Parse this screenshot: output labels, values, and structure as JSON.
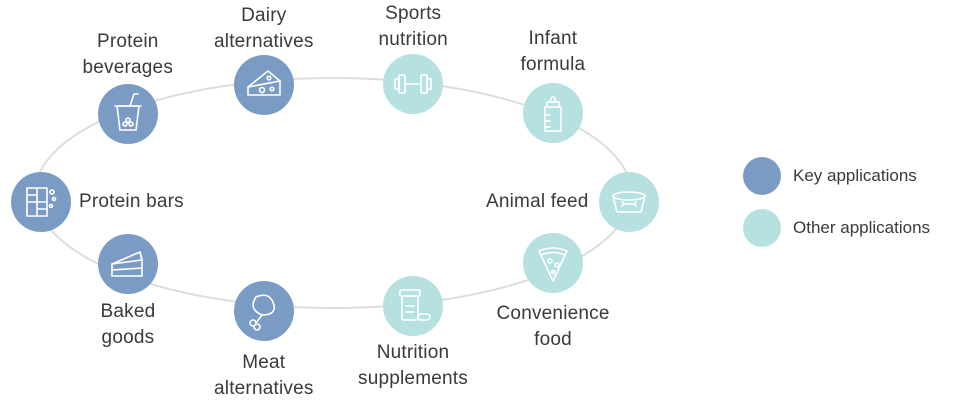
{
  "colors": {
    "key": "#7a9cc4",
    "other": "#b7e0e1",
    "ring": "#dddddd",
    "icon_stroke": "#ffffff"
  },
  "applications": [
    {
      "id": "protein-bars",
      "lines": [
        "Protein bars"
      ],
      "type": "key",
      "icon": "bar-icon"
    },
    {
      "id": "protein-beverages",
      "lines": [
        "Protein",
        "beverages"
      ],
      "type": "key",
      "icon": "bubble-tea-icon"
    },
    {
      "id": "dairy-alternatives",
      "lines": [
        "Dairy",
        "alternatives"
      ],
      "type": "key",
      "icon": "cheese-icon"
    },
    {
      "id": "sports-nutrition",
      "lines": [
        "Sports",
        "nutrition"
      ],
      "type": "other",
      "icon": "dumbbell-icon"
    },
    {
      "id": "infant-formula",
      "lines": [
        "Infant",
        "formula"
      ],
      "type": "other",
      "icon": "baby-bottle-icon"
    },
    {
      "id": "animal-feed",
      "lines": [
        "Animal feed"
      ],
      "type": "other",
      "icon": "pet-bowl-icon"
    },
    {
      "id": "convenience-food",
      "lines": [
        "Convenience",
        "food"
      ],
      "type": "other",
      "icon": "pizza-icon"
    },
    {
      "id": "nutrition-supplements",
      "lines": [
        "Nutrition",
        "supplements"
      ],
      "type": "other",
      "icon": "supplements-icon"
    },
    {
      "id": "meat-alternatives",
      "lines": [
        "Meat",
        "alternatives"
      ],
      "type": "key",
      "icon": "drumstick-icon"
    },
    {
      "id": "baked-goods",
      "lines": [
        "Baked",
        "goods"
      ],
      "type": "key",
      "icon": "cake-icon"
    }
  ],
  "legend": [
    {
      "type": "key",
      "label": "Key applications"
    },
    {
      "type": "other",
      "label": "Other applications"
    }
  ]
}
